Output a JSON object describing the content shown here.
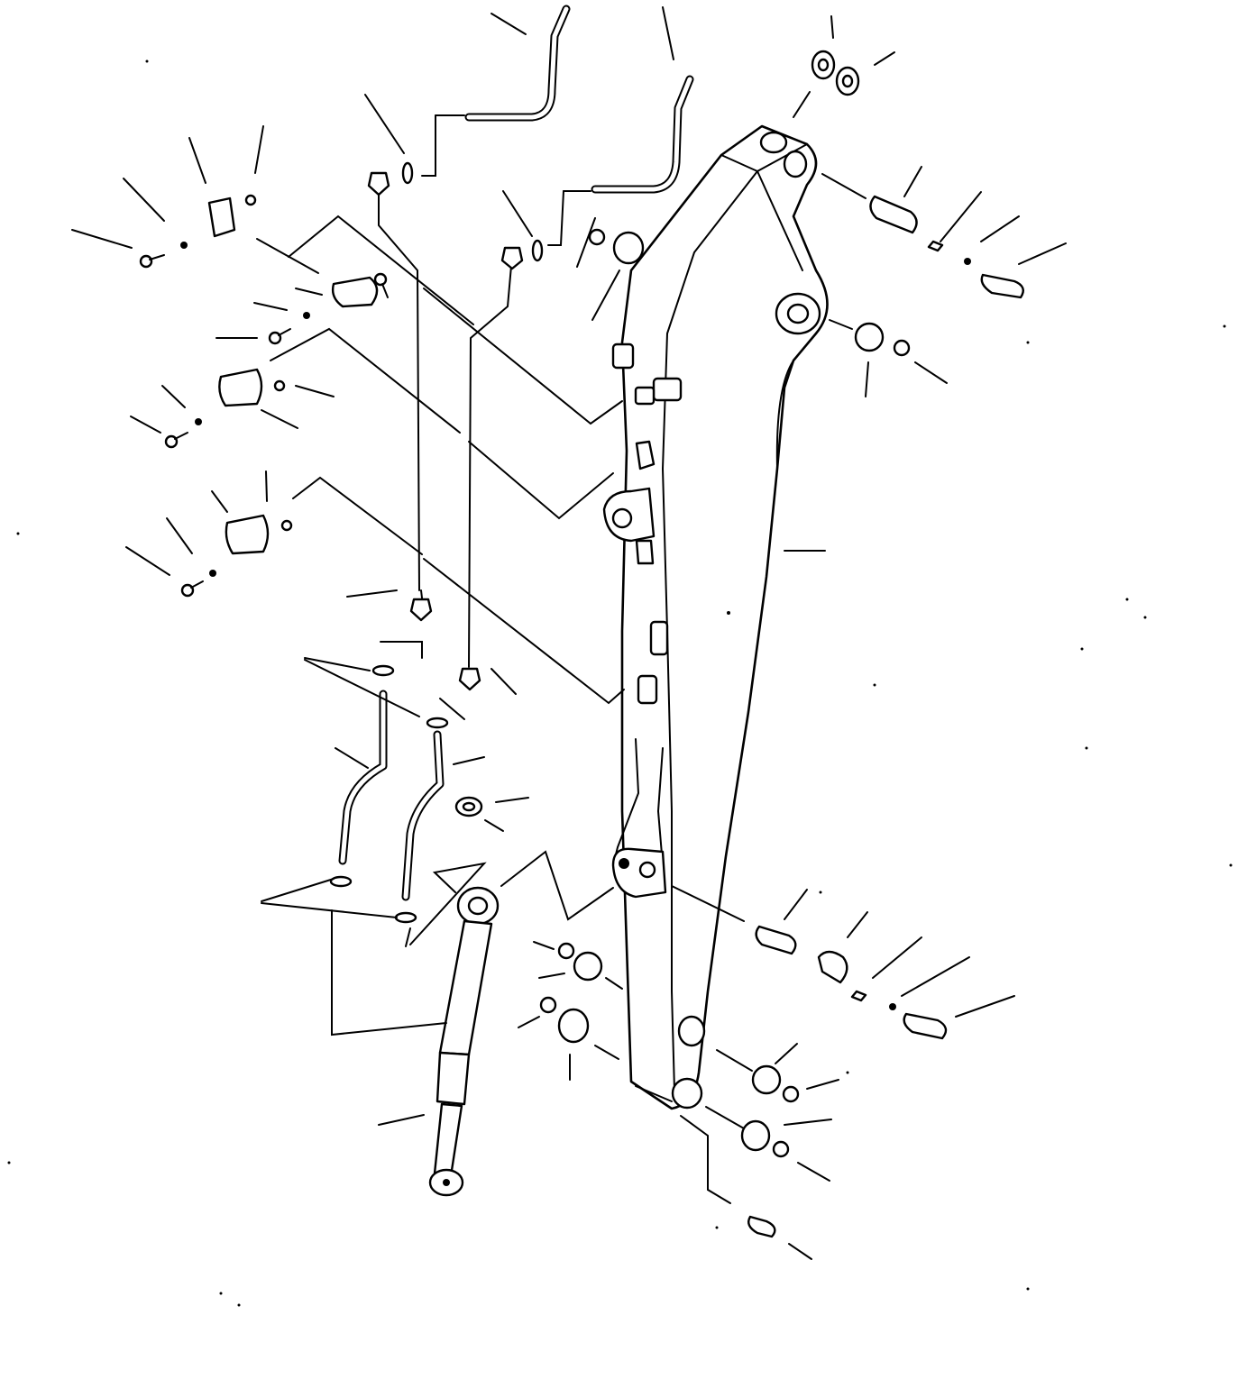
{
  "diagram": {
    "parts": [
      {
        "id": "arm",
        "icon": "excavator-arm-icon"
      },
      {
        "id": "arm-cylinder",
        "icon": "hydraulic-cylinder-icon"
      },
      {
        "id": "hoses",
        "icon": "hydraulic-hose-icon"
      },
      {
        "id": "tubes",
        "icon": "hydraulic-tube-icon"
      },
      {
        "id": "clamps",
        "icon": "pipe-clamp-icon"
      },
      {
        "id": "pins",
        "icon": "pin-icon"
      },
      {
        "id": "bolts",
        "icon": "bolt-icon"
      },
      {
        "id": "washers",
        "icon": "washer-icon"
      },
      {
        "id": "bushings",
        "icon": "bushing-icon"
      },
      {
        "id": "o-rings",
        "icon": "o-ring-icon"
      },
      {
        "id": "grease-fitting",
        "icon": "grease-fitting-icon"
      }
    ]
  }
}
